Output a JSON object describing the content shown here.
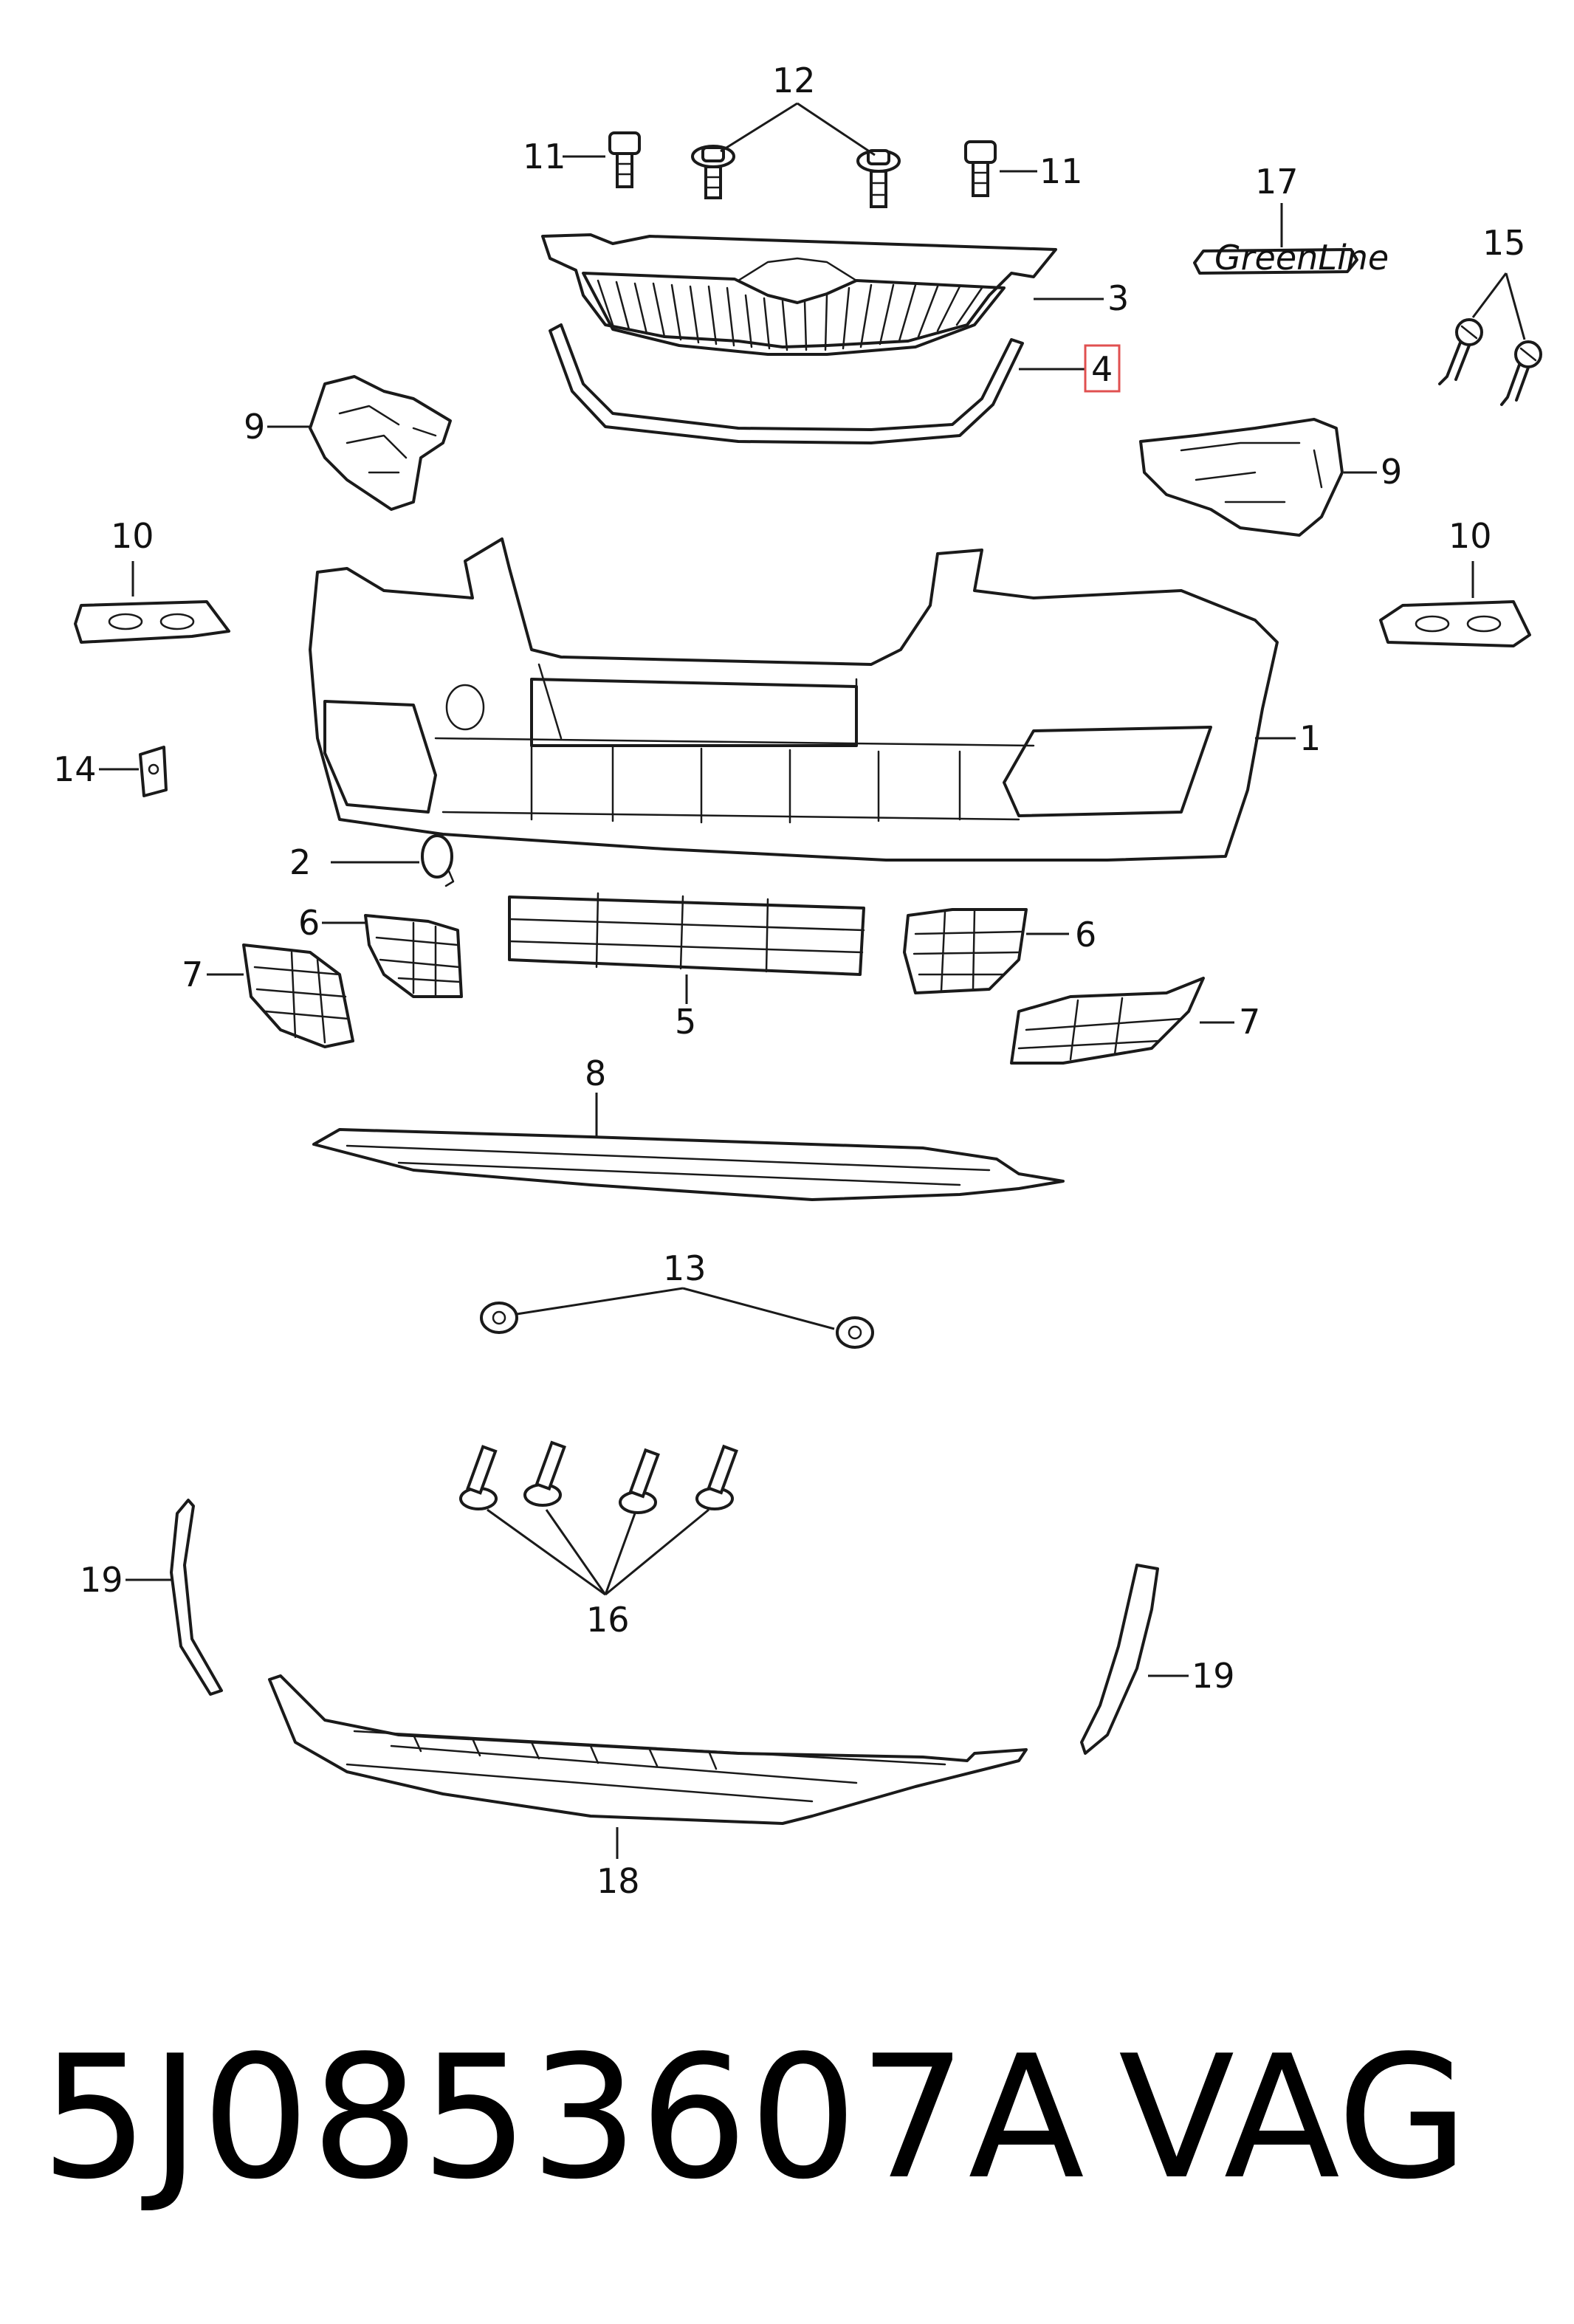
{
  "diagram": {
    "callouts": {
      "c1": "1",
      "c2": "2",
      "c3": "3",
      "c4": "4",
      "c5": "5",
      "c6_left": "6",
      "c6_right": "6",
      "c7_left": "7",
      "c7_right": "7",
      "c8": "8",
      "c9_left": "9",
      "c9_right": "9",
      "c10_left": "10",
      "c10_right": "10",
      "c11_left": "11",
      "c11_right": "11",
      "c12": "12",
      "c13": "13",
      "c14": "14",
      "c15": "15",
      "c16": "16",
      "c17": "17",
      "c18": "18",
      "c19_left": "19",
      "c19_right": "19"
    },
    "badge_text": "GreenLine",
    "highlighted_callout": "4",
    "colors": {
      "line": "#1a1a1a",
      "highlight": "#e05050"
    }
  },
  "footer": {
    "part_number": "5J0853607A",
    "brand": "VAG"
  }
}
